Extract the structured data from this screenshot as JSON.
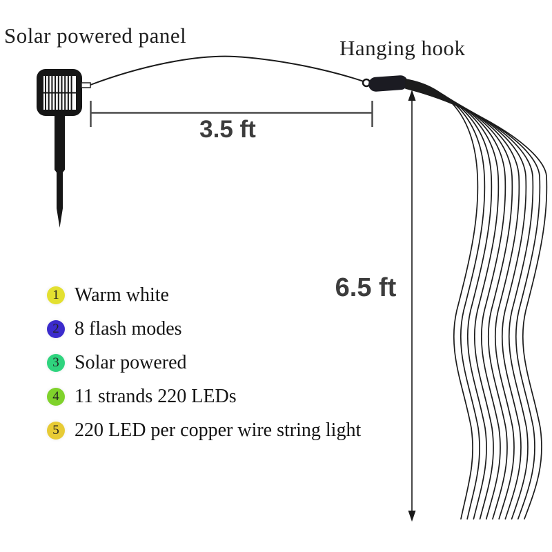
{
  "page": {
    "background": "#ffffff"
  },
  "labels": {
    "solar_panel": "Solar powered panel",
    "hanging_hook": "Hanging hook"
  },
  "measurements": {
    "horizontal": "3.5 ft",
    "vertical": "6.5 ft"
  },
  "features": [
    {
      "number": "1",
      "color": "#e3e030",
      "text": "Warm white"
    },
    {
      "number": "2",
      "color": "#3b2bcc",
      "text": "8 flash modes"
    },
    {
      "number": "3",
      "color": "#2fd47e",
      "text": "Solar powered"
    },
    {
      "number": "4",
      "color": "#7fd22b",
      "text": "11 strands 220 LEDs"
    },
    {
      "number": "5",
      "color": "#e7cb35",
      "text": "220 LED per copper wire string light"
    }
  ],
  "diagram": {
    "strand_count": 11,
    "line_color": "#1c1c1c",
    "measure_color": "#4a4a4a",
    "panel_color": "#161616"
  }
}
